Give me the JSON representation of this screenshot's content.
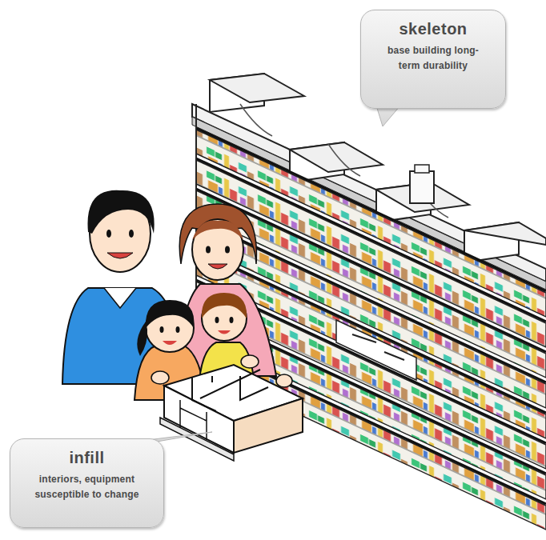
{
  "diagram": {
    "nodes": [
      {
        "text": [
          "skeleton",
          "base building long-term durability"
        ]
      },
      {
        "text": [
          "infill",
          "interiors, equipment susceptible to change"
        ]
      }
    ]
  }
}
